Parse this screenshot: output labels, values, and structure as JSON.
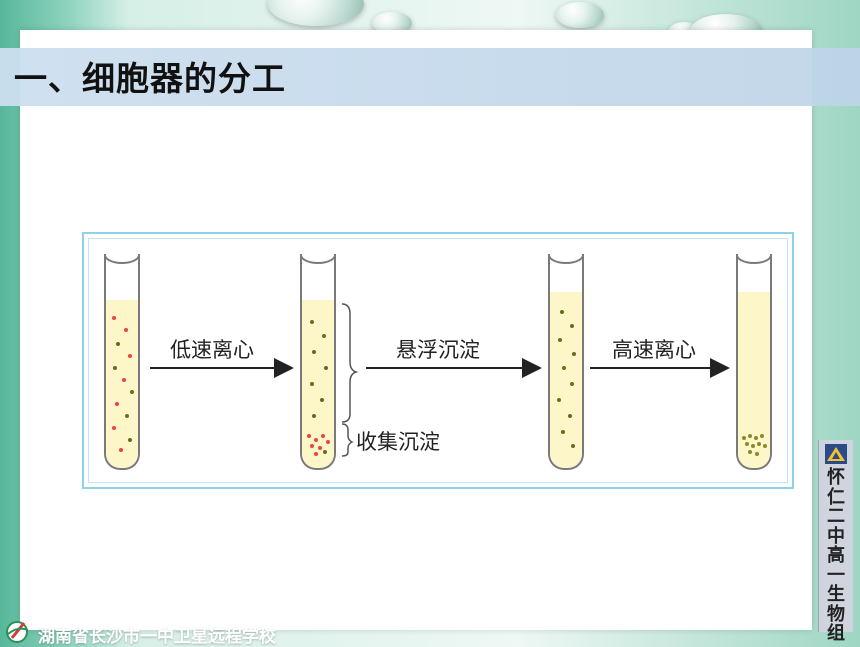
{
  "slide": {
    "title": "一、细胞器的分工",
    "footer_school": "湖南省长沙市一中卫星远程学校",
    "side_label": "怀仁二中高一生物组"
  },
  "diagram": {
    "step1_label": "低速离心",
    "collect_label": "收集沉淀",
    "step2_label": "悬浮沉淀",
    "step3_label": "高速离心"
  },
  "icons": [
    "school-logo-icon",
    "side-triangle-logo-icon"
  ],
  "colors": {
    "title_band": "#c7d9ec",
    "diagram_border": "#8fd1e8",
    "liquid": "#fdf6c8",
    "red_particles": "#e94545",
    "dark_particles": "#6b6b20",
    "background_green": "#57b79a"
  }
}
